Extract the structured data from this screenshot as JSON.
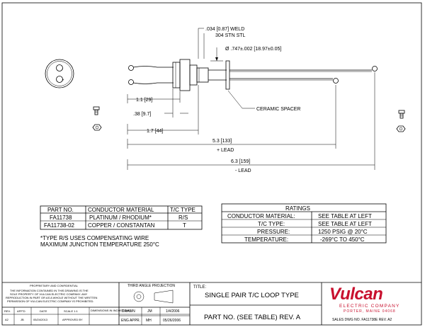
{
  "drawing": {
    "weld_line1": ".034 [0.87]  WELD",
    "weld_line2": "304 STN STL",
    "diameter": "Ø .747±.002 [18.97±0.05]",
    "ceramic_spacer": "CERAMIC SPACER",
    "plug_pos": "+",
    "plug_neg": "-",
    "dim_1_1": "1.1 [29]",
    "dim_38": ".38 [9.7]",
    "dim_1_7": "1.7 [44]",
    "dim_5_3": "5.3 [133]",
    "dim_5_3_sub": "+ LEAD",
    "dim_6_3": "6.3 [159]",
    "dim_6_3_sub": "- LEAD"
  },
  "parts_table": {
    "headers": [
      "PART NO.",
      "CONDUCTOR MATERIAL",
      "T/C TYPE"
    ],
    "rows": [
      [
        "FA11738",
        "PLATINUM / RHODIUM*",
        "R/S"
      ],
      [
        "FA11738-02",
        "COPPER / CONSTANTAN",
        "T"
      ]
    ]
  },
  "notes": {
    "line1": "*TYPE R/S USES COMPENSATING WIRE",
    "line2": "MAXIMUM JUNCTION TEMPERATURE 250°C"
  },
  "ratings": {
    "title": "RATINGS",
    "rows": [
      [
        "CONDUCTOR MATERIAL:",
        "SEE TABLE AT LEFT"
      ],
      [
        "T/C TYPE:",
        "SEE TABLE AT LEFT"
      ],
      [
        "PRESSURE:",
        "1250 PSIG @ 20°C"
      ],
      [
        "TEMPERATURE:",
        "-269°C TO 450°C"
      ]
    ]
  },
  "title_block": {
    "proprietary_title": "PROPRIETARY AND CONFIDENTIAL",
    "proprietary_text": [
      "THE INFORMATION CONTAINED IN THIS DRAWING IS THE",
      "SOLE PROPERTY OF VULCAN ELECTRIC COMPANY. ANY",
      "REPRODUCTION IN PART OR AS A WHOLE WITHOUT THE WRITTEN",
      "PERMISSION OF VULCAN ELECTRIC COMPANY IS PROHIBITED."
    ],
    "projection_title": "THIRD ANGLE PROJECTION",
    "title_label": "TITLE:",
    "title_value": "SINGLE PAIR T/C LOOP TYPE",
    "part_no": "PART NO.  (SEE TABLE)  REV. A",
    "brand": "Vulcan",
    "brand_sub": "ELECTRIC COMPANY",
    "brand_loc": "PORTER, MAINE 04068",
    "sales_dwg": "SALES DWG NO. FA11738E  REV. A2",
    "rev_headers": [
      "REV.",
      "APP'D",
      "DATE",
      "SCALE 1:1",
      "DIMENSIONS IN INCHES [mm]"
    ],
    "rev_values": [
      "A2",
      "JB",
      "05/24/2013",
      "APPROVED BY"
    ],
    "drawn_label": "DRAWN",
    "drawn_by": "JM",
    "drawn_date": "1/4/2006",
    "eng_label": "ENG APPR.",
    "eng_by": "MH",
    "eng_date": "05/26/2006"
  }
}
